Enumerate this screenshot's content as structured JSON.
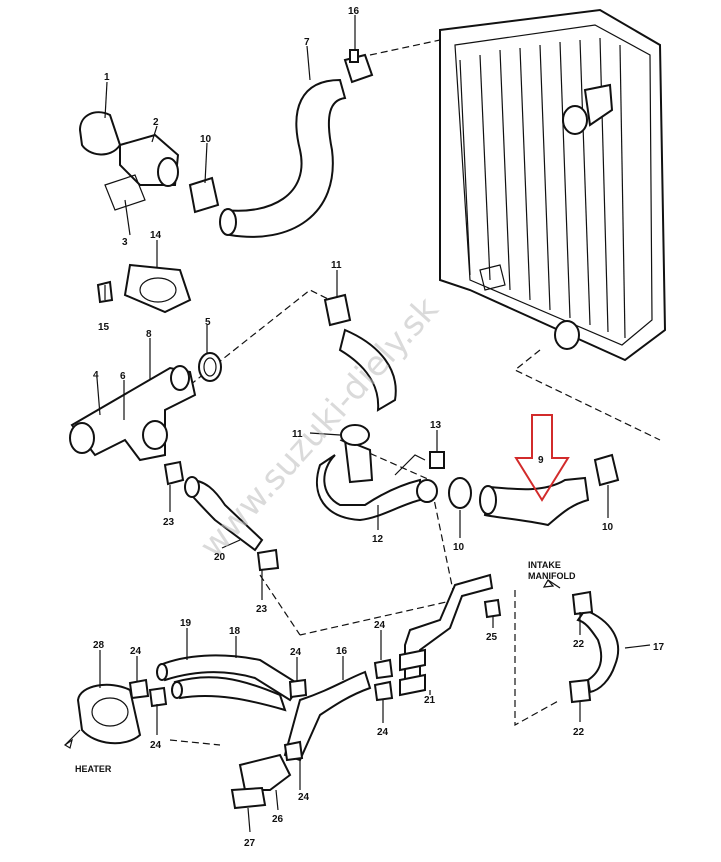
{
  "callouts": {
    "n1": "1",
    "n2": "2",
    "n3": "3",
    "n4": "4",
    "n5": "5",
    "n6": "6",
    "n7": "7",
    "n8": "8",
    "n9": "9",
    "n10a": "10",
    "n10b": "10",
    "n10c": "10",
    "n11a": "11",
    "n11b": "11",
    "n12": "12",
    "n13": "13",
    "n14": "14",
    "n15": "15",
    "n16a": "16",
    "n16b": "16",
    "n17": "17",
    "n18": "18",
    "n19": "19",
    "n20": "20",
    "n21": "21",
    "n22a": "22",
    "n22b": "22",
    "n23a": "23",
    "n23b": "23",
    "n24a": "24",
    "n24b": "24",
    "n24c": "24",
    "n24d": "24",
    "n24e": "24",
    "n24f": "24",
    "n25": "25",
    "n26": "26",
    "n27": "27",
    "n28": "28"
  },
  "labels": {
    "intake_line1": "INTAKE",
    "intake_line2": "MANIFOLD",
    "heater": "HEATER"
  },
  "watermark": "www.suzuki-diely.sk",
  "highlight": {
    "color": "#d22b2b",
    "target_callout": "9"
  }
}
